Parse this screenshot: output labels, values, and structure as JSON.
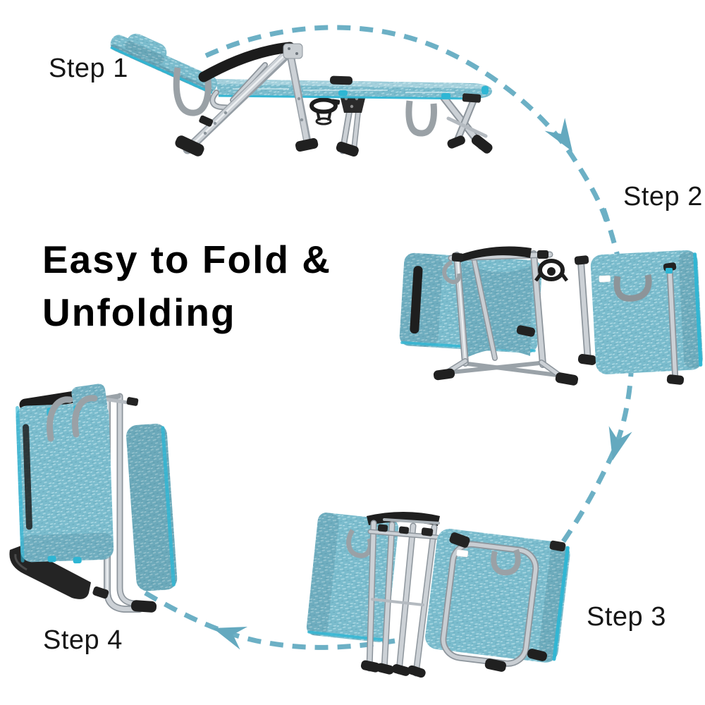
{
  "title": "Folding lounge chair instructions",
  "heading": {
    "line1": "Easy to Fold &",
    "line2": "Unfolding"
  },
  "steps": [
    {
      "label": "Step 1",
      "photo": "lounger fully unfolded: pillow, black armrest, cup holder, aluminum legs"
    },
    {
      "label": "Step 2",
      "photo": "chair flipped over, side panels folded halfway up around center frame"
    },
    {
      "label": "Step 3",
      "photo": "panels folded closer together, legs collapsed into bundle"
    },
    {
      "label": "Step 4",
      "photo": "chair fully folded into flat compact bundle with carry straps"
    }
  ],
  "arrows": [
    {
      "name": "step1-to-step2",
      "direction": "top arc, pointing down-right"
    },
    {
      "name": "step2-to-step3",
      "direction": "right arc, pointing down"
    },
    {
      "name": "step3-to-step4",
      "direction": "bottom arc, pointing left"
    }
  ],
  "colors": {
    "background": "#ffffff",
    "text": "#161616",
    "arrow_dash": "#6cb0c5",
    "arrow_head": "#64a9bf",
    "fabric": "#7bbccd",
    "fabric_binding": "#2eb6d4",
    "frame_silver": "#c9ced3",
    "plastic_black": "#222222",
    "strap_gray": "#9aa1a6"
  }
}
